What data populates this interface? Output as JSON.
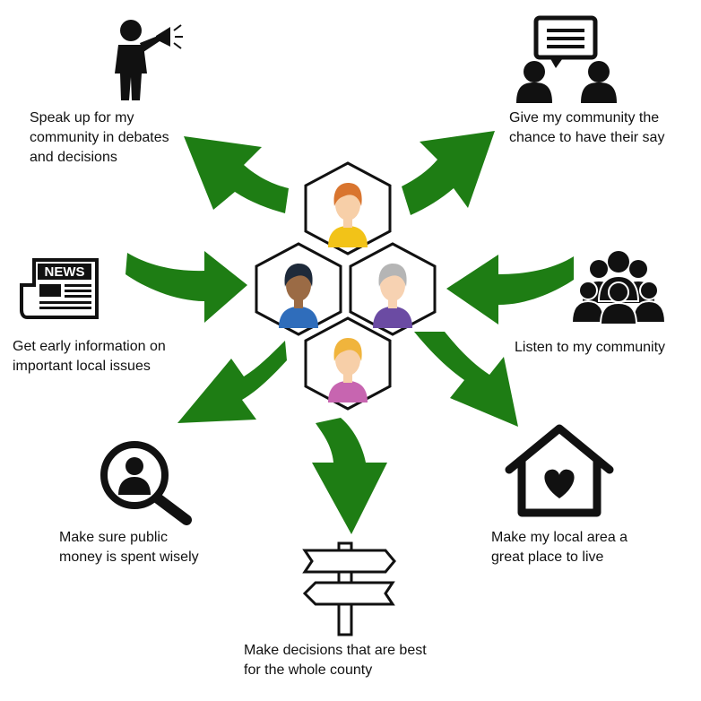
{
  "colors": {
    "arrow": "#1e7d14",
    "icon": "#111111",
    "hex_stroke": "#111111"
  },
  "center": {
    "people": [
      {
        "icon": "person-orange-hair-yellow-shirt-icon",
        "hair": "#d9752f",
        "shirt": "#f2c318",
        "skin": "#f7cfa8"
      },
      {
        "icon": "person-dark-hair-blue-shirt-icon",
        "hair": "#1e2a3a",
        "shirt": "#2f6dbb",
        "skin": "#9b6b45"
      },
      {
        "icon": "person-grey-hair-purple-shirt-icon",
        "hair": "#b5b5b5",
        "shirt": "#6b4ba3",
        "skin": "#f7d2b2"
      },
      {
        "icon": "person-blonde-hair-pink-shirt-icon",
        "hair": "#f0b43c",
        "shirt": "#c765b0",
        "skin": "#f7cfa8"
      }
    ]
  },
  "items": [
    {
      "id": "speak",
      "icon": "megaphone-speaker-icon",
      "text": "Speak up for  my\ncommunity in debates\nand decisions"
    },
    {
      "id": "give",
      "icon": "conversation-chat-icon",
      "text": "Give my community the\nchance to have their say"
    },
    {
      "id": "news",
      "icon": "newspaper-icon",
      "text": "Get early information on\nimportant local issues",
      "badge": "NEWS"
    },
    {
      "id": "listen",
      "icon": "group-people-icon",
      "text": "Listen to my community"
    },
    {
      "id": "money",
      "icon": "magnifier-person-icon",
      "text": "Make sure public\nmoney is spent wisely"
    },
    {
      "id": "area",
      "icon": "house-heart-icon",
      "text": "Make my local area a\ngreat place to live"
    },
    {
      "id": "decisions",
      "icon": "signpost-icon",
      "text": "Make decisions that are best\nfor the whole county"
    }
  ]
}
